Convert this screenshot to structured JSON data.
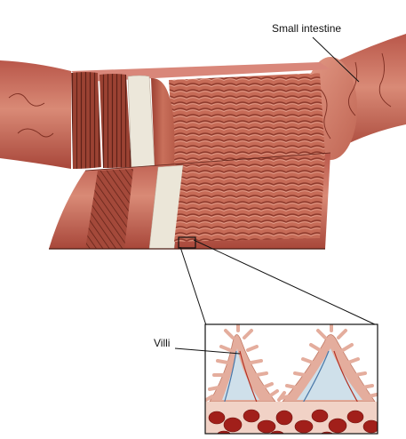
{
  "labels": {
    "small_intestine": "Small intestine",
    "villi": "Villi"
  },
  "colors": {
    "tissue": "#c86a55",
    "tissue_dark": "#8e3a2c",
    "tissue_light": "#dc907b",
    "submucosa": "#e9e4d6",
    "villus": "#e8b3a3",
    "core": "#cfe0ea",
    "vessel_blue": "#4a78a8",
    "vessel_red": "#b43224",
    "cell": "#a11f1a",
    "line": "#111111"
  },
  "icons": [
    "callout-line",
    "zoom-box"
  ]
}
